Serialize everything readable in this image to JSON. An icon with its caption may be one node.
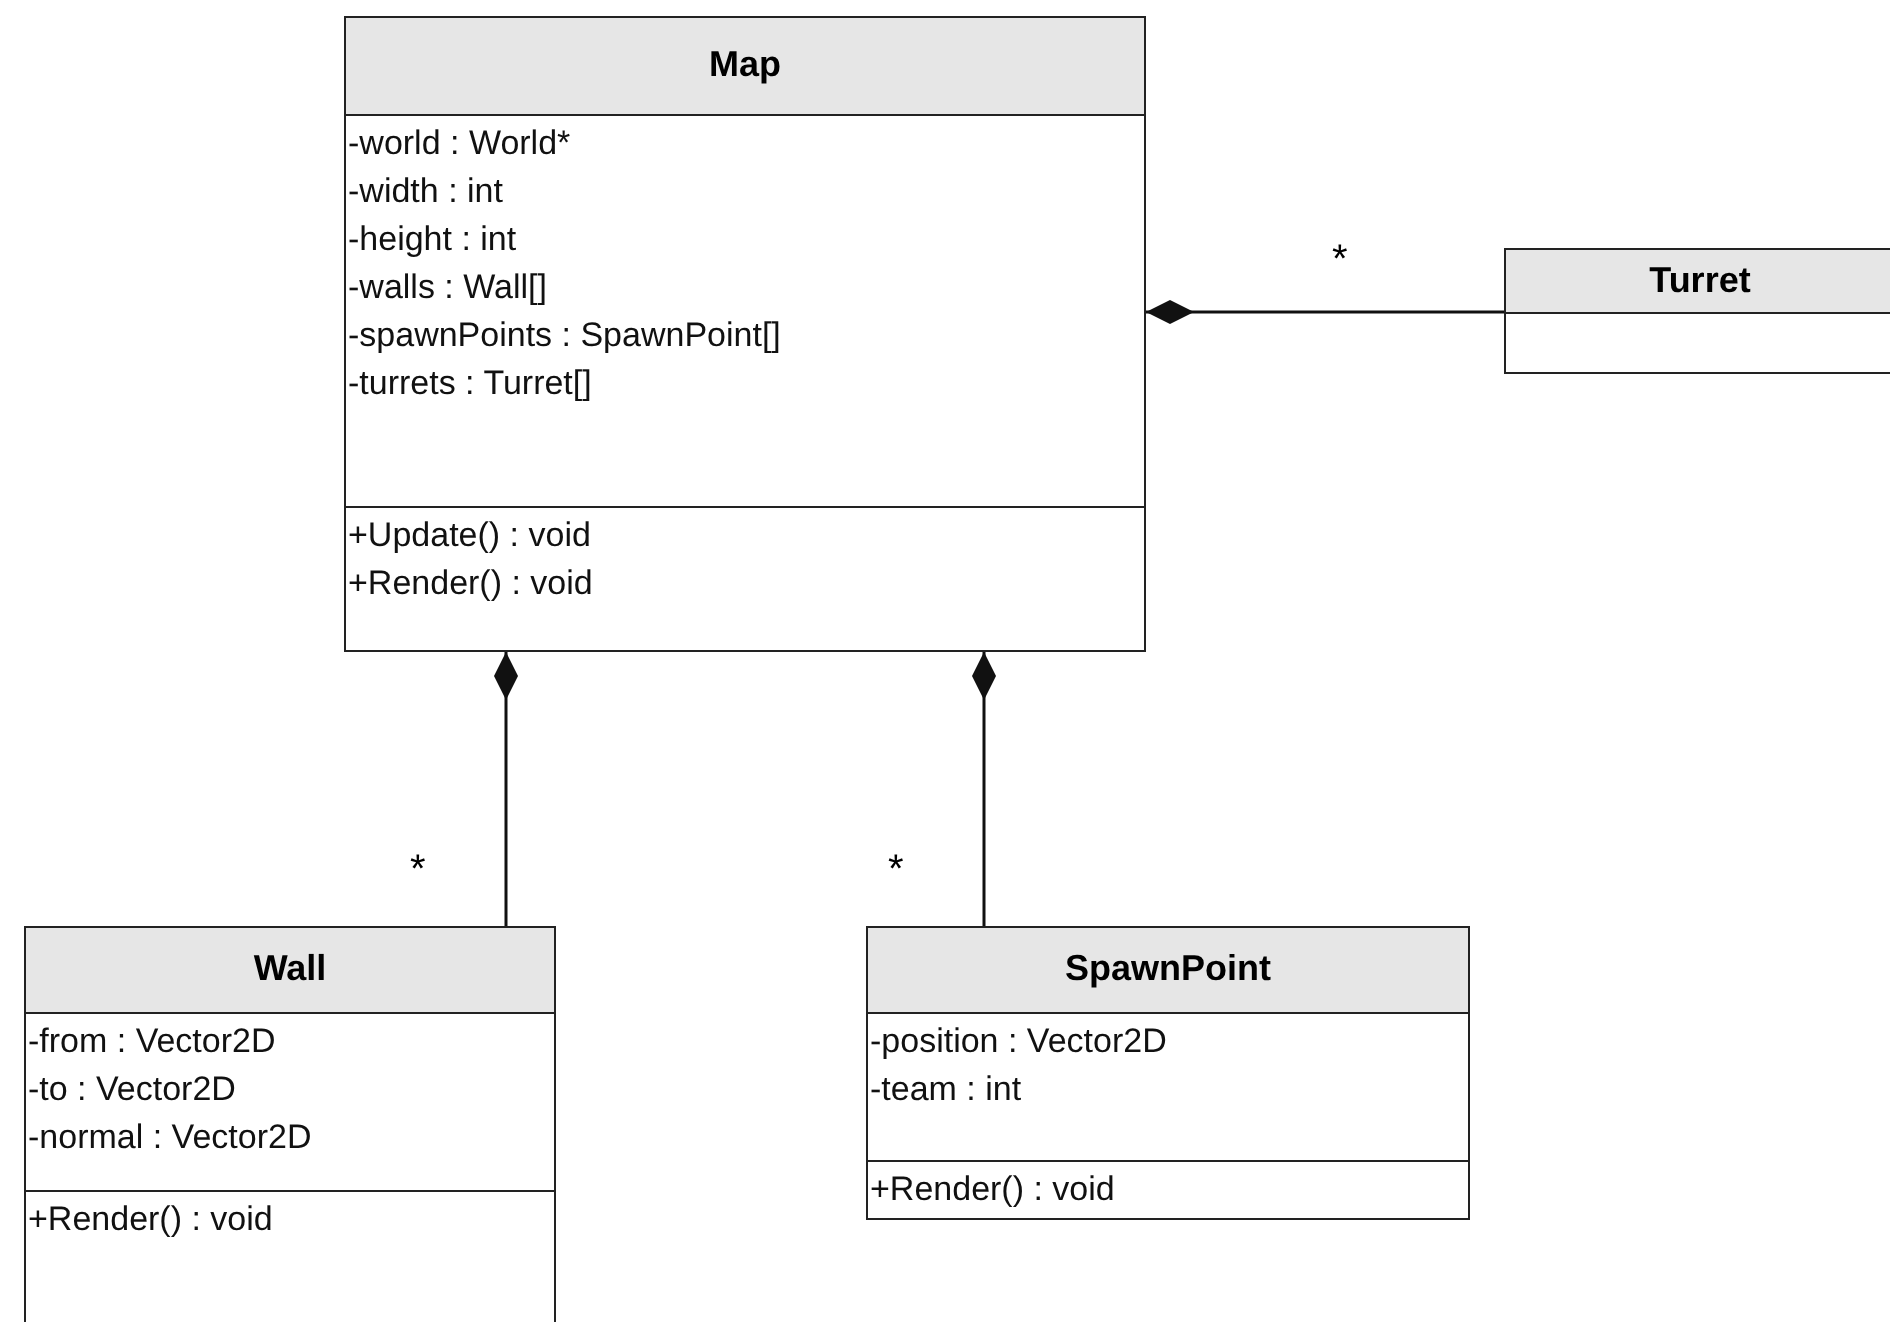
{
  "diagram": {
    "nodes": [
      {
        "text": [
          "Map",
          "-world : World*",
          "-width : int",
          "-height : int",
          "-walls : Wall[]",
          "-spawnPoints : SpawnPoint[]",
          "-turrets : Turret[]",
          "+Update() : void",
          "+Render() : void"
        ]
      },
      {
        "text": [
          "Turret"
        ]
      },
      {
        "text": [
          "Wall",
          "-from : Vector2D",
          "-to : Vector2D",
          "-normal : Vector2D",
          "+Render() : void"
        ]
      },
      {
        "text": [
          "SpawnPoint",
          "-position : Vector2D",
          "-team : int",
          "+Render() : void"
        ]
      }
    ],
    "edges": [
      {
        "from": 0,
        "to": 1,
        "arrow": "other",
        "label": "*"
      },
      {
        "from": 0,
        "to": 2,
        "arrow": "other",
        "label": "*"
      },
      {
        "from": 0,
        "to": 3,
        "arrow": "other",
        "label": "*"
      }
    ]
  }
}
